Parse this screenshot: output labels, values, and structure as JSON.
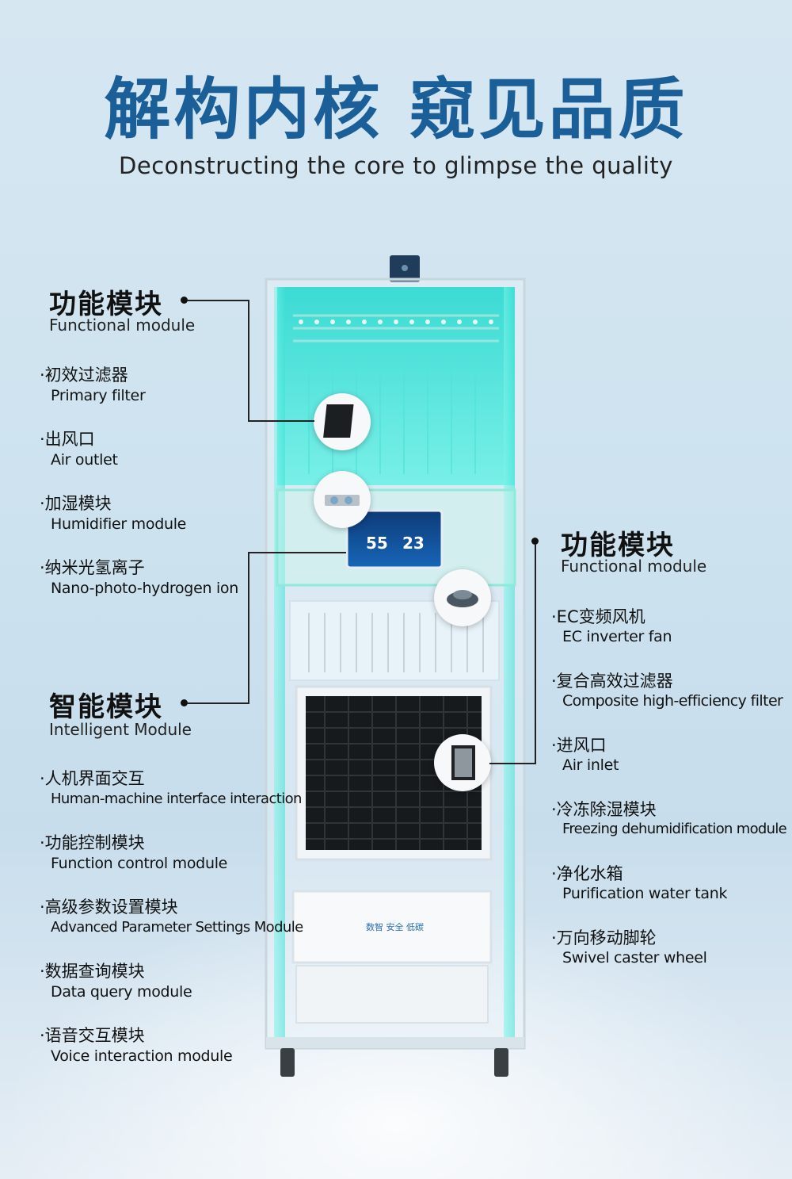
{
  "title": "解构内核 窥见品质",
  "subtitle": "Deconstructing the core to glimpse the quality",
  "left_top": {
    "heading_zh": "功能模块",
    "heading_en": "Functional module",
    "items": [
      {
        "zh": "·初效过滤器",
        "en": "Primary filter"
      },
      {
        "zh": "·出风口",
        "en": "Air outlet"
      },
      {
        "zh": "·加湿模块",
        "en": "Humidifier module"
      },
      {
        "zh": "·纳米光氢离子",
        "en": "Nano-photo-hydrogen ion"
      }
    ]
  },
  "left_bottom": {
    "heading_zh": "智能模块",
    "heading_en": "Intelligent Module",
    "items": [
      {
        "zh": "·人机界面交互",
        "en": "Human-machine interface interaction"
      },
      {
        "zh": "·功能控制模块",
        "en": "Function control module"
      },
      {
        "zh": "·高级参数设置模块",
        "en": "Advanced Parameter Settings Module"
      },
      {
        "zh": "·数据查询模块",
        "en": "Data query module"
      },
      {
        "zh": "·语音交互模块",
        "en": "Voice interaction module"
      }
    ]
  },
  "right": {
    "heading_zh": "功能模块",
    "heading_en": "Functional module",
    "items": [
      {
        "zh": "·EC变频风机",
        "en": "EC inverter fan"
      },
      {
        "zh": "·复合高效过滤器",
        "en": "Composite high-efficiency filter"
      },
      {
        "zh": "·进风口",
        "en": "Air inlet"
      },
      {
        "zh": "·冷冻除湿模块",
        "en": "Freezing dehumidification module"
      },
      {
        "zh": "·净化水箱",
        "en": "Purification water tank"
      },
      {
        "zh": "·万向移动脚轮",
        "en": "Swivel caster wheel"
      }
    ]
  },
  "screen": {
    "value1": "55",
    "value2": "23"
  },
  "tank_label": "数智 安全 低碳",
  "colors": {
    "title": "#1b5f98",
    "cyan": "#3fe0da",
    "frame": "#e8eef2"
  }
}
